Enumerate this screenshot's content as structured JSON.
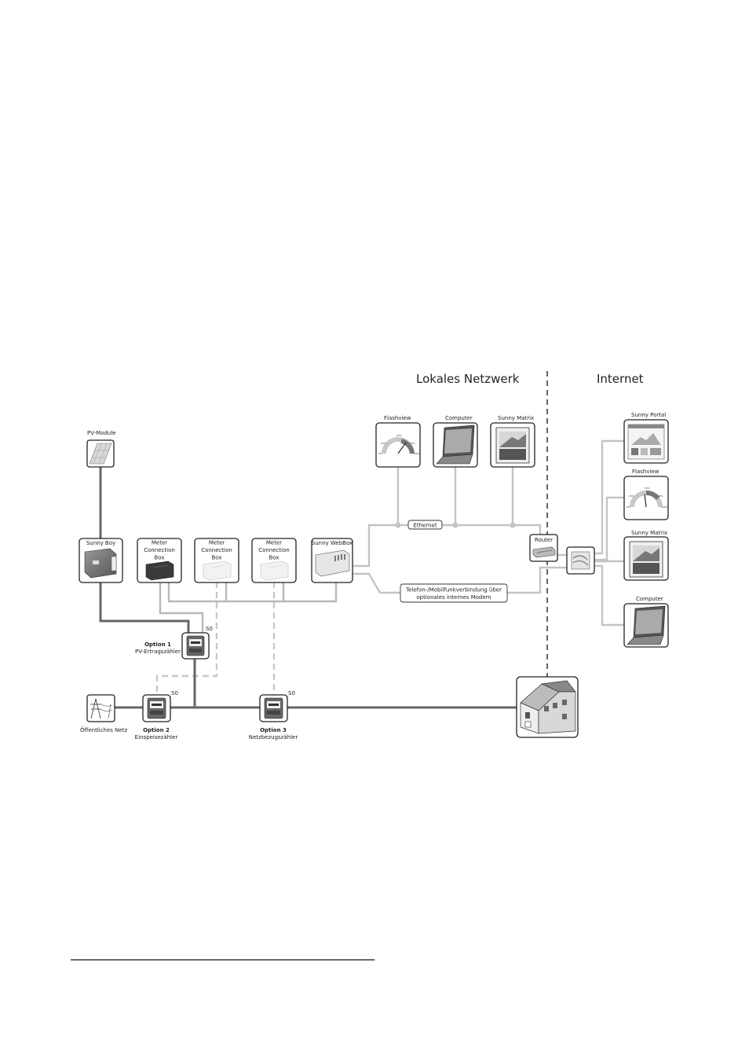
{
  "sections": {
    "local_network": "Lokales Netzwerk",
    "internet": "Internet"
  },
  "devices": {
    "pv_modules": "PV-Module",
    "sunny_boy": "Sunny Boy",
    "meter_box": [
      "Meter",
      "Connection",
      "Box"
    ],
    "sunny_webbox": "Sunny WebBox",
    "flashview": "Flashview",
    "computer": "Computer",
    "sunny_matrix": "Sunny Matrix",
    "router": "Router",
    "sunny_portal": "Sunny Portal",
    "public_grid": "Öffentliches Netz"
  },
  "connections": {
    "ethernet": "Ethernet",
    "modem": [
      "Telefon-/Mobilfunkverbindung über",
      "optionales internes Modem"
    ],
    "s0": "S0"
  },
  "options": [
    {
      "title": "Option 1",
      "subtitle": "PV-Ertragszähler"
    },
    {
      "title": "Option 2",
      "subtitle": "Einspeisezähler"
    },
    {
      "title": "Option 3",
      "subtitle": "Netzbezugszähler"
    }
  ],
  "icons": [
    "solar-panel-icon",
    "inverter-icon",
    "meter-connection-box-icon",
    "webbox-icon",
    "gauge-icon",
    "laptop-icon",
    "display-screen-icon",
    "router-icon",
    "internet-cloud-icon",
    "house-icon",
    "energy-meter-icon",
    "power-pylon-icon",
    "web-portal-icon"
  ]
}
